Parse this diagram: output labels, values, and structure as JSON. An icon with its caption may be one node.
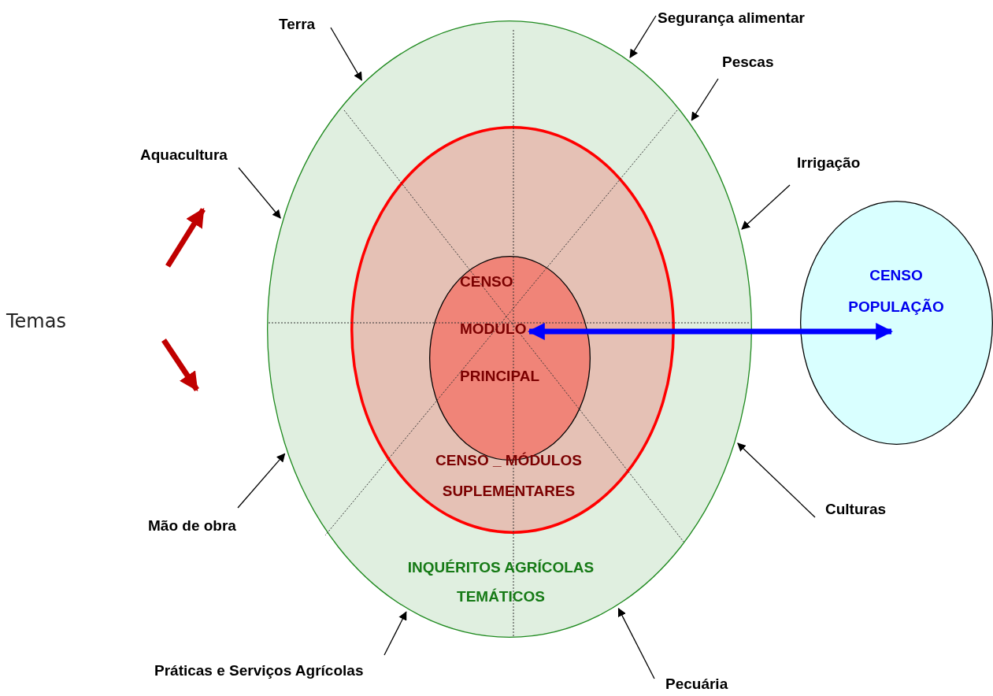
{
  "diagram": {
    "nodes": [
      {
        "text": [
          "INQUÉRITOS AGRÍCOLAS TEMÁTICOS"
        ]
      },
      {
        "text": [
          "CENSO _ MÓDULOS SUPLEMENTARES"
        ],
        "in": 0
      },
      {
        "text": [
          "CENSO MODULO PRINCIPAL"
        ],
        "in": 1
      },
      {
        "text": [
          "CENSO POPULAÇÃO"
        ]
      },
      {
        "text": [
          "Segurança alimentar"
        ]
      },
      {
        "text": [
          "Terra"
        ]
      },
      {
        "text": [
          "Pescas"
        ]
      },
      {
        "text": [
          "Aquacultura"
        ]
      },
      {
        "text": [
          "Irrigação"
        ]
      },
      {
        "text": [
          "Culturas"
        ]
      },
      {
        "text": [
          "Mão de obra"
        ]
      },
      {
        "text": [
          "Práticas e Serviços Agrícolas"
        ]
      },
      {
        "text": [
          "Pecuária"
        ]
      }
    ],
    "edges": [
      {
        "from": 4,
        "to": 0,
        "arrow": "to"
      },
      {
        "from": 5,
        "to": 0,
        "arrow": "to"
      },
      {
        "from": 6,
        "to": 0,
        "arrow": "to"
      },
      {
        "from": 7,
        "to": 0,
        "arrow": "to"
      },
      {
        "from": 8,
        "to": 0,
        "arrow": "to"
      },
      {
        "from": 9,
        "to": 0,
        "arrow": "to"
      },
      {
        "from": 10,
        "to": 0,
        "arrow": "to"
      },
      {
        "from": 11,
        "to": 0,
        "arrow": "to"
      },
      {
        "from": 12,
        "to": 0,
        "arrow": "to"
      },
      {
        "from": 2,
        "to": 3,
        "arrow": "both",
        "style": "thick",
        "color": "#0000ff"
      }
    ],
    "labels": [
      "Temas"
    ]
  }
}
